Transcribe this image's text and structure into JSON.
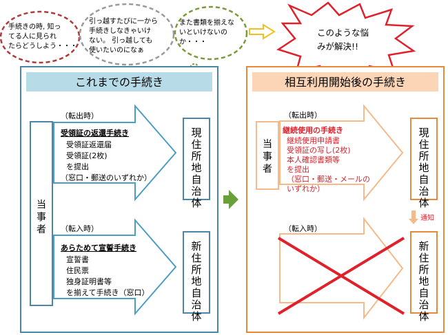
{
  "bubbles": {
    "b1": [
      "手続きの時, 知っ",
      "てる人に見られ",
      "たらどうしよう・・・"
    ],
    "b2": [
      "引っ越すたびに一から",
      "手続きしなきゃいけ",
      "ない。 引っ越しても",
      "使いたいのになぁ"
    ],
    "b3": [
      "また書類を揃えな",
      "いといけないの",
      "か・・・"
    ]
  },
  "burst": [
    "このような悩",
    "みが解決!!"
  ],
  "left": {
    "title": "これまでの手続き",
    "party": "当事者",
    "out_label": "（転出時）",
    "out_heading": "受領証の返還手続き",
    "out_items": [
      "受領証返還届",
      "受領証(2枚)",
      "を提出",
      "（窓口・郵送のいずれか）"
    ],
    "current_office": "現住所地自治体",
    "in_label": "（転入時）",
    "in_heading": "あらためて宣誓手続き",
    "in_items": [
      "宣誓書",
      "住民票",
      "独身証明書等",
      "を揃えて手続き（窓口）"
    ],
    "new_office": "新住所地自治体"
  },
  "right": {
    "title": "相互利用開始後の手続き",
    "party": "当事者",
    "out_label": "（転出時）",
    "out_heading": "継続使用の手続き",
    "out_items": [
      "継続使用申請書",
      "受領証の写し(2枚)",
      "本人確認書類等",
      "を提出",
      "（窓口・郵送・メールの",
      "いずれか）"
    ],
    "current_office": "現住所地自治体",
    "notify": "通知",
    "in_label": "（転入時）",
    "new_office": "新住所地自治体"
  },
  "colors": {
    "left_border": "#4a86a8",
    "left_title_bg": "#b8dbe8",
    "right_border": "#e8883a",
    "right_title_bg": "#fbd5b5",
    "arrow_left": "#4a9ec4",
    "arrow_right": "#f5b98a",
    "cross": "#e0202a",
    "red_text": "#e0202a",
    "bubble1": "#b03a3a",
    "bubble2": "#9a9a9a",
    "bubble3": "#7a9a3a",
    "mid_arrow": "#6aa03a"
  }
}
